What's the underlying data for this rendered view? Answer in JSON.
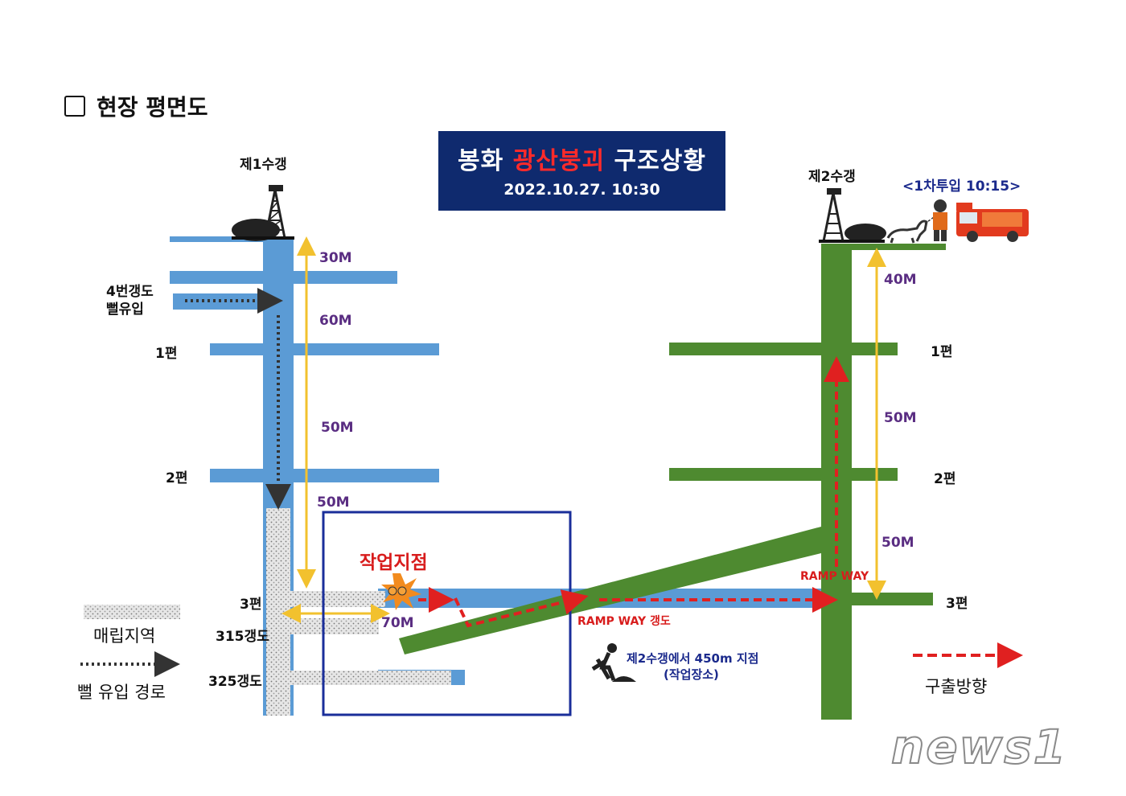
{
  "heading": "현장 평면도",
  "banner": {
    "prefix": "봉화",
    "highlight": "광산붕괴",
    "suffix": "구조상황",
    "datetime": "2022.10.27.  10:30"
  },
  "shaft1": {
    "name": "제1수갱"
  },
  "shaft2": {
    "name": "제2수갱",
    "dispatch": "<1차투입 10:15>"
  },
  "left_labels": {
    "tunnel4": "4번갱도\n뻘유입",
    "level1": "1편",
    "level2": "2편",
    "level3": "3편",
    "t315": "315갱도",
    "t325": "325갱도"
  },
  "right_labels": {
    "level1": "1편",
    "level2": "2편",
    "level3": "3편"
  },
  "distances_left": [
    "30M",
    "60M",
    "50M",
    "50M"
  ],
  "distance_70": "70M",
  "distances_right": [
    "40M",
    "50M",
    "50M"
  ],
  "work_site": "작업지점",
  "ramp_way": "RAMP WAY",
  "ramp_way_tunnel": "RAMP WAY 갱도",
  "work_location": {
    "line1": "제2수갱에서 450m 지점",
    "line2": "(작업장소)"
  },
  "legend": {
    "landfill": "매립지역",
    "mud_path": "뻘 유입 경로",
    "rescue_dir": "구출방향"
  },
  "watermark": "news1",
  "colors": {
    "blue": "#5b9bd5",
    "green": "#4e8a30",
    "navy": "#0f2a6e",
    "rescue_red": "#e02020",
    "yellow": "#f2c12e",
    "work_box": "#1a2e9a"
  }
}
